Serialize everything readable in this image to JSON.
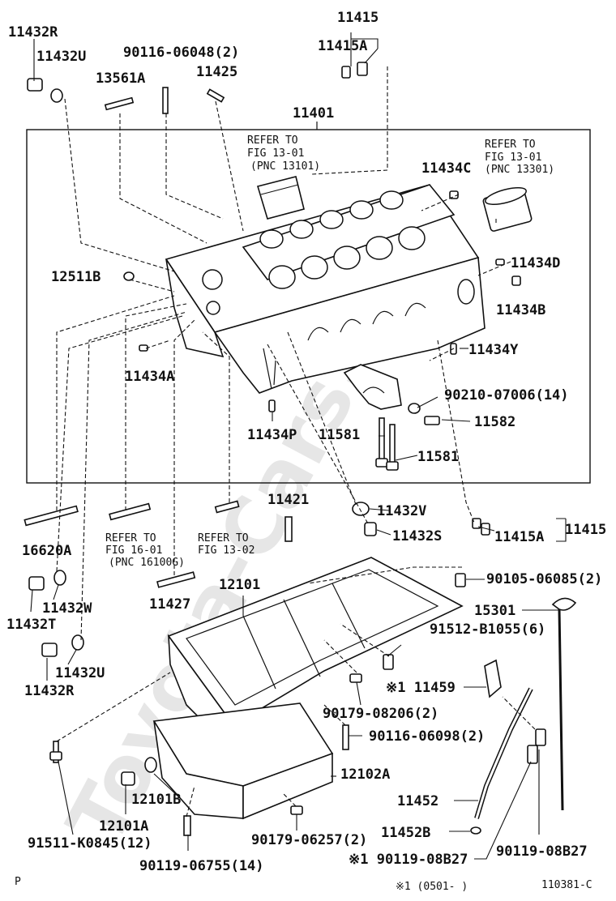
{
  "watermark": "Toyota-Cars.ru",
  "box_label": "11401",
  "labels": {
    "l11432R_top": "11432R",
    "l11432U_top": "11432U",
    "l90116_06048": "90116-06048(2)",
    "l13561A": "13561A",
    "l11425": "11425",
    "l11415_top": "11415",
    "l11415A_top": "11415A",
    "l11434C": "11434C",
    "l12511B": "12511B",
    "l11434D": "11434D",
    "l11434B": "11434B",
    "l11434Y": "11434Y",
    "l11434A": "11434A",
    "l90210": "90210-07006(14)",
    "l11582": "11582",
    "l11434P": "11434P",
    "l11581a": "11581",
    "l11581b": "11581",
    "l11421": "11421",
    "l11432V": "11432V",
    "l11432S": "11432S",
    "l11415A_bot": "11415A",
    "l11415_bot": "11415",
    "l16620A": "16620A",
    "l11427": "11427",
    "l12101": "12101",
    "l90105": "90105-06085(2)",
    "l15301": "15301",
    "l91512": "91512-B1055(6)",
    "l11432W": "11432W",
    "l11432T": "11432T",
    "l11432U_bot": "11432U",
    "l11432R_bot": "11432R",
    "l11459": "※1 11459",
    "l90179_08206": "90179-08206(2)",
    "l90116_06098": "90116-06098(2)",
    "l12102A": "12102A",
    "l12101B": "12101B",
    "l11452": "11452",
    "l12101A": "12101A",
    "l11452B": "11452B",
    "l91511": "91511-K0845(12)",
    "l90179_06257": "90179-06257(2)",
    "l90119_08B27_left": "※1 90119-08B27",
    "l90119_08B27_right": "90119-08B27",
    "l90119_06755": "90119-06755(14)"
  },
  "refs": {
    "ref_piston_l1": "REFER TO",
    "ref_piston_l2": "FIG 13-01",
    "ref_piston_l3": "(PNC 13101)",
    "ref_conrod_l1": "REFER TO",
    "ref_conrod_l2": "FIG 13-01",
    "ref_conrod_l3": "(PNC 13301)",
    "ref_fig16_l1": "REFER TO",
    "ref_fig16_l2": "FIG 16-01",
    "ref_fig16_l3": "(PNC 16100G)",
    "ref_fig13_02_l1": "REFER TO",
    "ref_fig13_02_l2": "FIG 13-02"
  },
  "footer": {
    "left_mark": "P",
    "note": "※1 (0501-    )",
    "code": "110381-C"
  }
}
